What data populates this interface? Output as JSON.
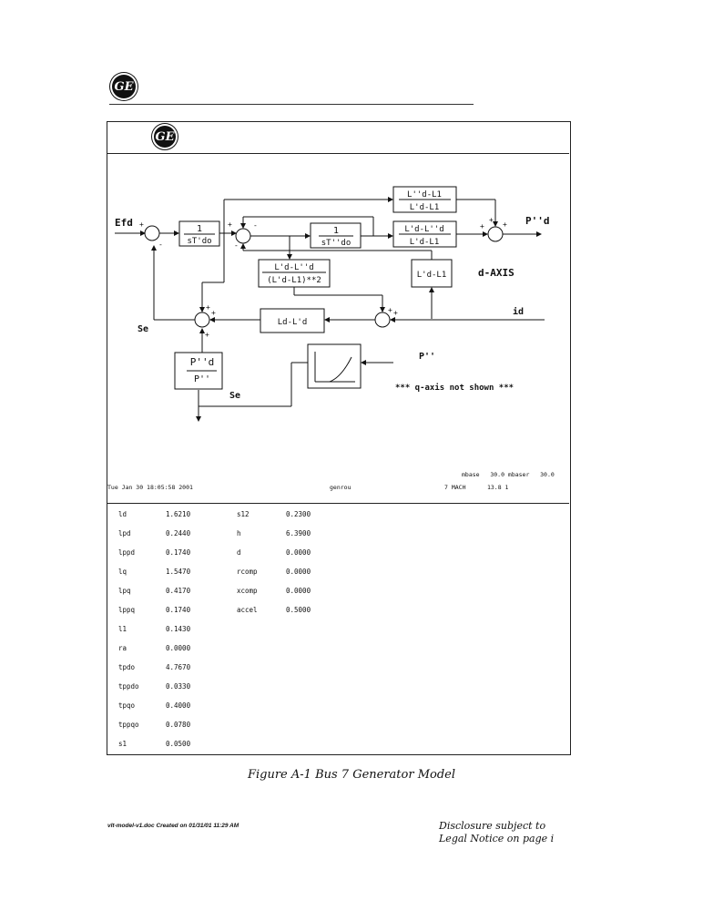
{
  "logo": {
    "text": "GE"
  },
  "diagram": {
    "blocks": {
      "t_do": {
        "num": "1",
        "den": "sT'do"
      },
      "t_ppdo": {
        "num": "1",
        "den": "sT''do"
      },
      "gain_top": {
        "num": "L''d-L1",
        "den": "L'd-L1"
      },
      "gain_mid": {
        "num": "L'd-L''d",
        "den": "L'd-L1"
      },
      "gain_low": {
        "num": "L'd-L''d",
        "den": "(L'd-L1)**2"
      },
      "lpd_l1": "L'd-L1",
      "ld_lpd": "Ld-L'd",
      "ratio": {
        "num": "P''d",
        "den": "P''"
      }
    },
    "labels": {
      "efd": "Efd",
      "out": "P''d",
      "axis": "d-AXIS",
      "id": "id",
      "se_left": "Se",
      "se_bottom": "Se",
      "p_in": "P''",
      "note": "*** q-axis not shown ***"
    }
  },
  "footer": {
    "timestamp": "Tue Jan 30 18:05:58 2001",
    "model": "genrou",
    "bus": "7  MACH",
    "bus_val": "13.8 1",
    "mbase_label": "mbase",
    "mbase_val": "30.0",
    "mbaser_label": "mbaser",
    "mbaser_val": "30.0"
  },
  "params_col1": [
    {
      "name": "ld",
      "value": "1.6210"
    },
    {
      "name": "lpd",
      "value": "0.2440"
    },
    {
      "name": "lppd",
      "value": "0.1740"
    },
    {
      "name": "lq",
      "value": "1.5470"
    },
    {
      "name": "lpq",
      "value": "0.4170"
    },
    {
      "name": "lppq",
      "value": "0.1740"
    },
    {
      "name": "l1",
      "value": "0.1430"
    },
    {
      "name": "ra",
      "value": "0.0000"
    },
    {
      "name": "tpdo",
      "value": "4.7670"
    },
    {
      "name": "tppdo",
      "value": "0.0330"
    },
    {
      "name": "tpqo",
      "value": "0.4000"
    },
    {
      "name": "tppqo",
      "value": "0.0780"
    },
    {
      "name": "s1",
      "value": "0.0500"
    }
  ],
  "params_col2": [
    {
      "name": "s12",
      "value": "0.2300"
    },
    {
      "name": "h",
      "value": "6.3900"
    },
    {
      "name": "d",
      "value": "0.0000"
    },
    {
      "name": "rcomp",
      "value": "0.0000"
    },
    {
      "name": "xcomp",
      "value": "0.0000"
    },
    {
      "name": "accel",
      "value": "0.5000"
    }
  ],
  "caption": "Figure A-1 Bus 7 Generator Model",
  "doc_file": "vlt-model-v1.doc Created on 01/31/01 11:29 AM",
  "notice": {
    "line1": "Disclosure subject to",
    "line2": "Legal Notice on page i"
  }
}
